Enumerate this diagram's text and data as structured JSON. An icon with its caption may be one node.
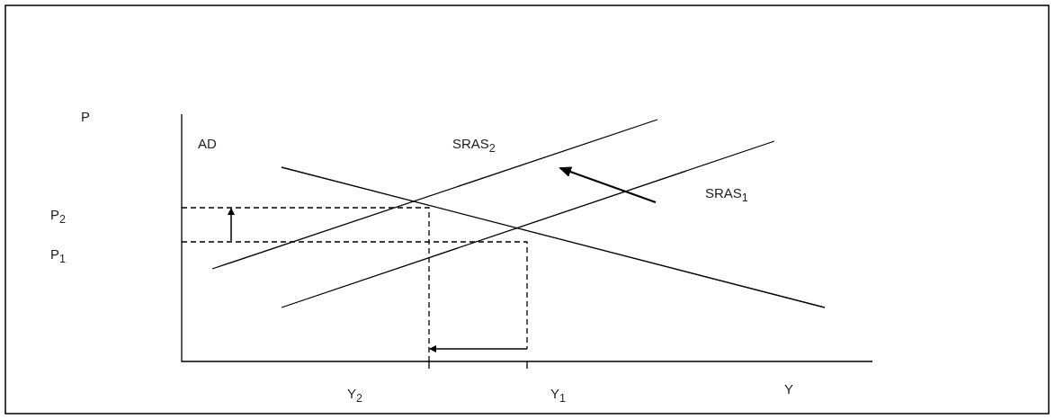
{
  "diagram": {
    "labels": [
      "P",
      "AD",
      "SRAS$_{2}$",
      "P$_{2}$",
      "SRAS$_{1}$",
      "P$_{1}$",
      "Y$_{2}$",
      "Y$_{1}$",
      "Y"
    ]
  }
}
